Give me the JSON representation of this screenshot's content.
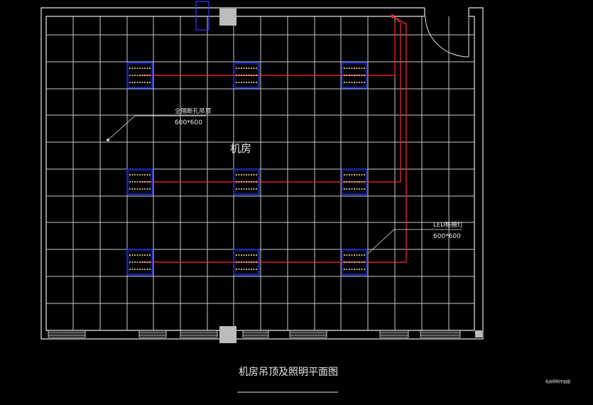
{
  "drawing": {
    "title": "机房吊顶及照明平面图",
    "room_name": "机房",
    "corner_note": "机房照明平面图"
  },
  "annotations": {
    "ceiling_material": "全隔断孔吊顶",
    "ceiling_size": "600*600",
    "light_type": "LED格栅灯",
    "light_size": "600*600"
  },
  "colors": {
    "background": "#000000",
    "wall": "#e6e6e6",
    "grid": "#c8c8c8",
    "wire": "#ff2a2a",
    "fixture": "#2b3cff",
    "fixture_tube": "#ffe9a8",
    "column": "#bcbcbc"
  },
  "icons": [
    "door-swing",
    "column",
    "ac-outlet"
  ]
}
